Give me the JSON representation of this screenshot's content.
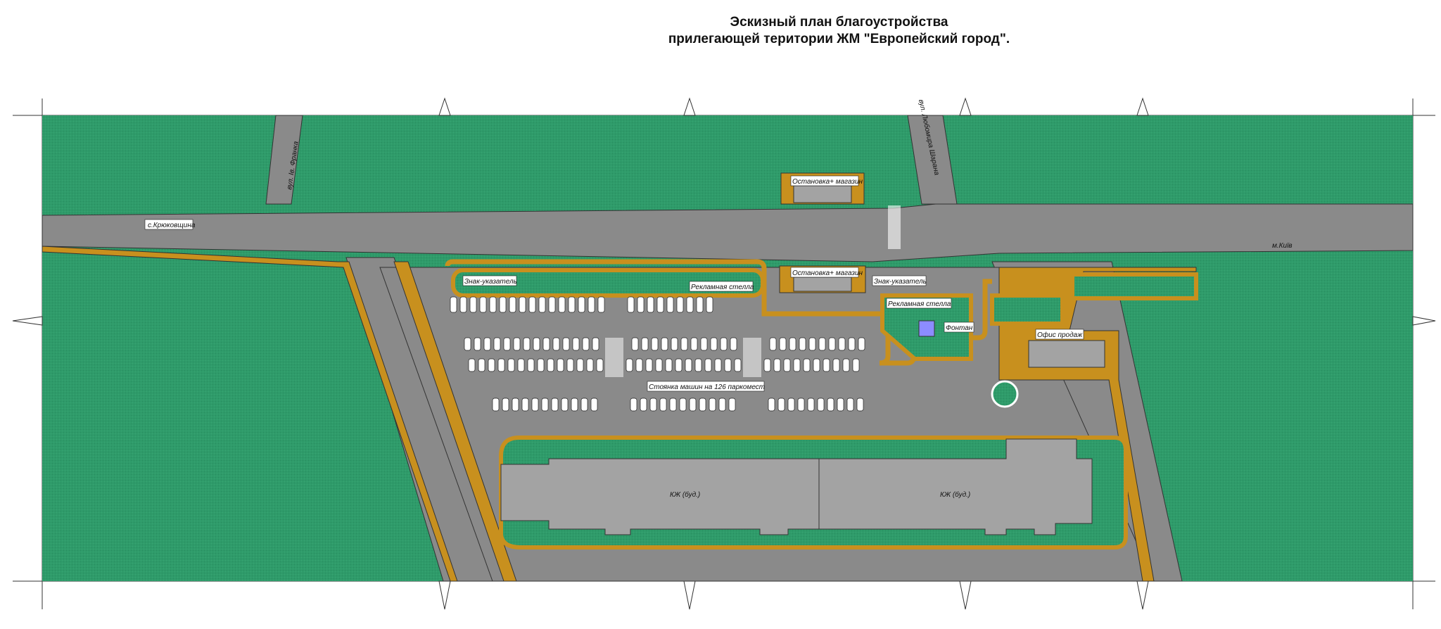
{
  "title": {
    "line1": "Эскизный план благоустройства",
    "line2": "прилегающей територии ЖМ \"Европейский  город\"."
  },
  "colors": {
    "grass": "#2f9b6a",
    "road": "#8a8a8a",
    "sidewalk": "#c8901e",
    "building": "#a3a3a3",
    "frame": "#333333"
  },
  "labels": {
    "dir_left": "с.Крюковщина",
    "dir_right": "м.Київ",
    "street_franko": "вул. Ів. Франка",
    "street_top": "вул. Любомира Шарана",
    "stop_top": "Остановка+ магазин",
    "stop_bottom": "Остановка+ магазин",
    "sign_left": "Знак-указатель",
    "sign_right": "Знак-указатель",
    "ad_left": "Рекламная стелла",
    "ad_right": "Рекламная стелла",
    "fountain": "Фонтан",
    "sales_office": "Офис продаж",
    "parking": "Стоянка машин на 126 паркомест",
    "building_left": "КЖ (буд.)",
    "building_right": "КЖ (буд.)"
  }
}
